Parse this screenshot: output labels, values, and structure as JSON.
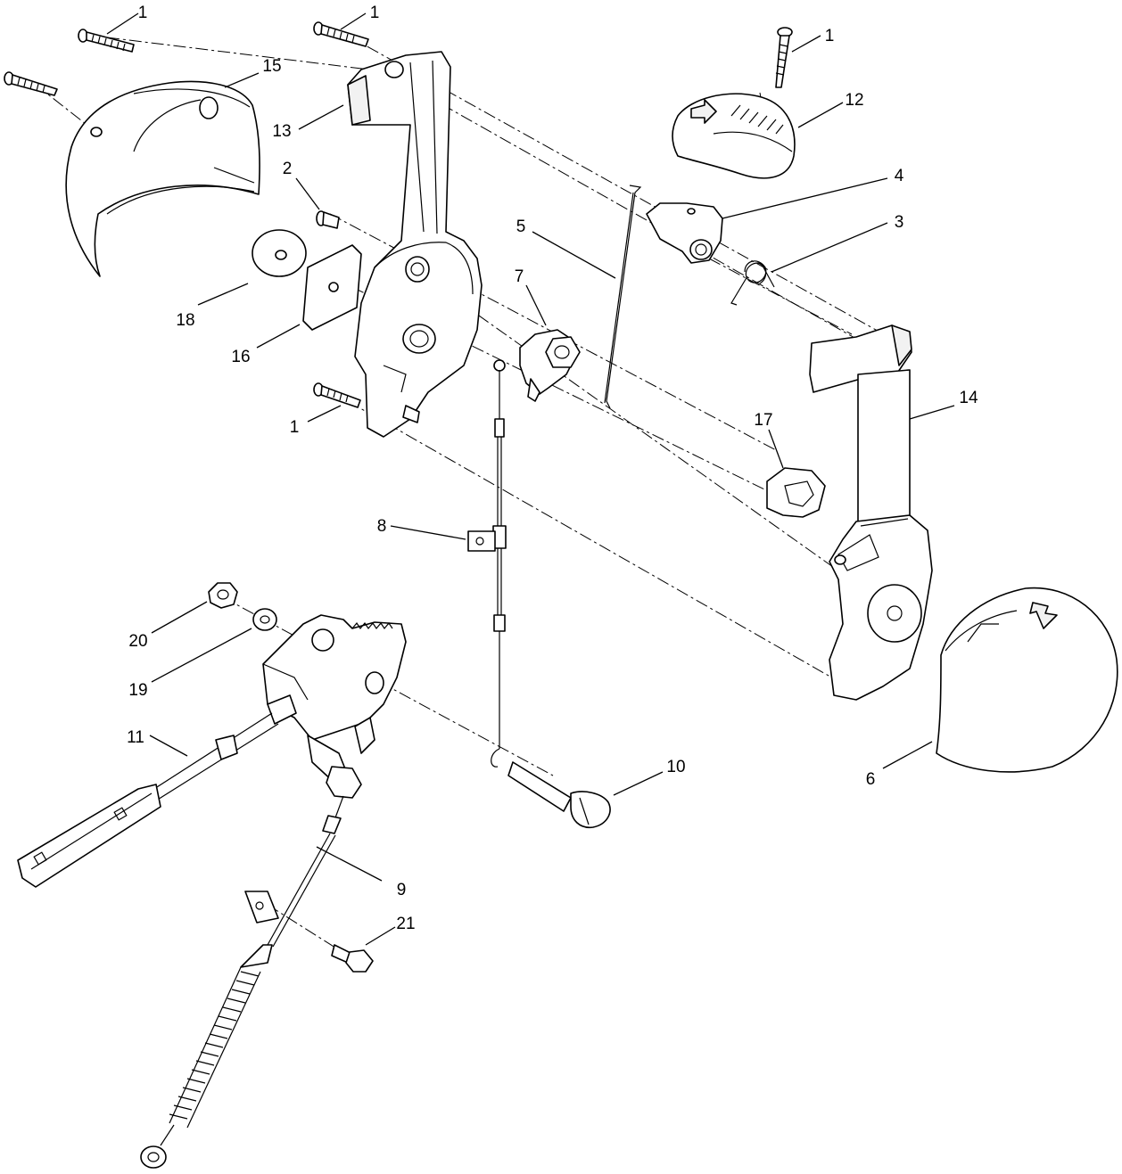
{
  "callouts": [
    {
      "id": "c1a",
      "text": "1"
    },
    {
      "id": "c1b",
      "text": "1"
    },
    {
      "id": "c1c",
      "text": "1"
    },
    {
      "id": "c1d",
      "text": "1"
    },
    {
      "id": "c2",
      "text": "2"
    },
    {
      "id": "c3",
      "text": "3"
    },
    {
      "id": "c4",
      "text": "4"
    },
    {
      "id": "c5",
      "text": "5"
    },
    {
      "id": "c6",
      "text": "6"
    },
    {
      "id": "c7",
      "text": "7"
    },
    {
      "id": "c8",
      "text": "8"
    },
    {
      "id": "c9",
      "text": "9"
    },
    {
      "id": "c10",
      "text": "10"
    },
    {
      "id": "c11",
      "text": "11"
    },
    {
      "id": "c12",
      "text": "12"
    },
    {
      "id": "c13",
      "text": "13"
    },
    {
      "id": "c14",
      "text": "14"
    },
    {
      "id": "c15",
      "text": "15"
    },
    {
      "id": "c16",
      "text": "16"
    },
    {
      "id": "c17",
      "text": "17"
    },
    {
      "id": "c18",
      "text": "18"
    },
    {
      "id": "c19",
      "text": "19"
    },
    {
      "id": "c20",
      "text": "20"
    },
    {
      "id": "c21",
      "text": "21"
    }
  ],
  "colors": {
    "line": "#000000",
    "background": "#ffffff",
    "part_fill": "#ffffff"
  }
}
